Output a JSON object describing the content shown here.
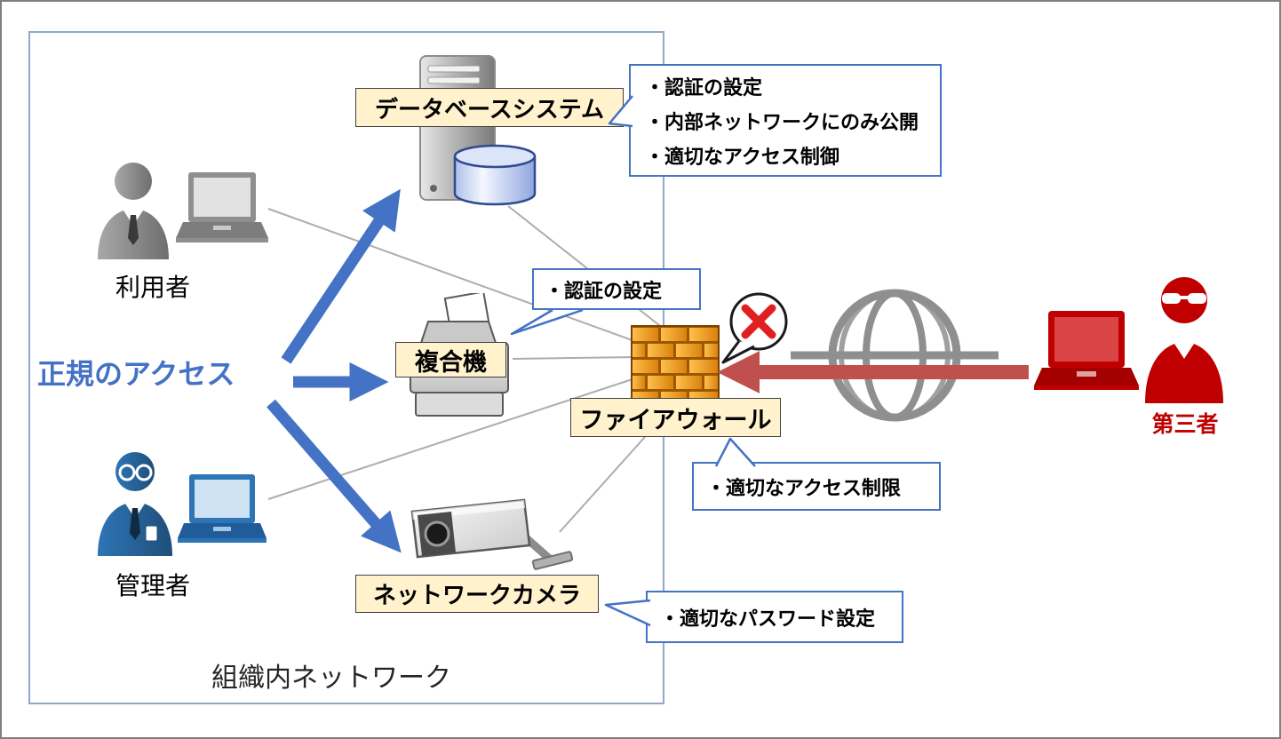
{
  "colors": {
    "accent-blue": "#4472C4",
    "label-yellow": "#FFF2CC",
    "attacker-red": "#C00000",
    "arrow-red": "#C0504D",
    "line-gray": "#ADADAD",
    "network-border-blue": "#8EA9C9"
  },
  "network": {
    "boundary_label": "組織内ネットワーク",
    "legitimate_access_label": "正規のアクセス"
  },
  "nodes": {
    "database": {
      "label": "データベースシステム"
    },
    "printer": {
      "label": "複合機"
    },
    "firewall": {
      "label": "ファイアウォール"
    },
    "camera": {
      "label": "ネットワークカメラ"
    }
  },
  "actors": {
    "user": {
      "label": "利用者"
    },
    "admin": {
      "label": "管理者"
    },
    "attacker": {
      "label": "第三者"
    }
  },
  "callouts": {
    "database": {
      "lines": [
        "・認証の設定",
        "・内部ネットワークにのみ公開",
        "・適切なアクセス制御"
      ]
    },
    "printer": {
      "lines": [
        "・認証の設定"
      ]
    },
    "firewall": {
      "lines": [
        "・適切なアクセス制限"
      ]
    },
    "camera": {
      "lines": [
        "・適切なパスワード設定"
      ]
    }
  }
}
